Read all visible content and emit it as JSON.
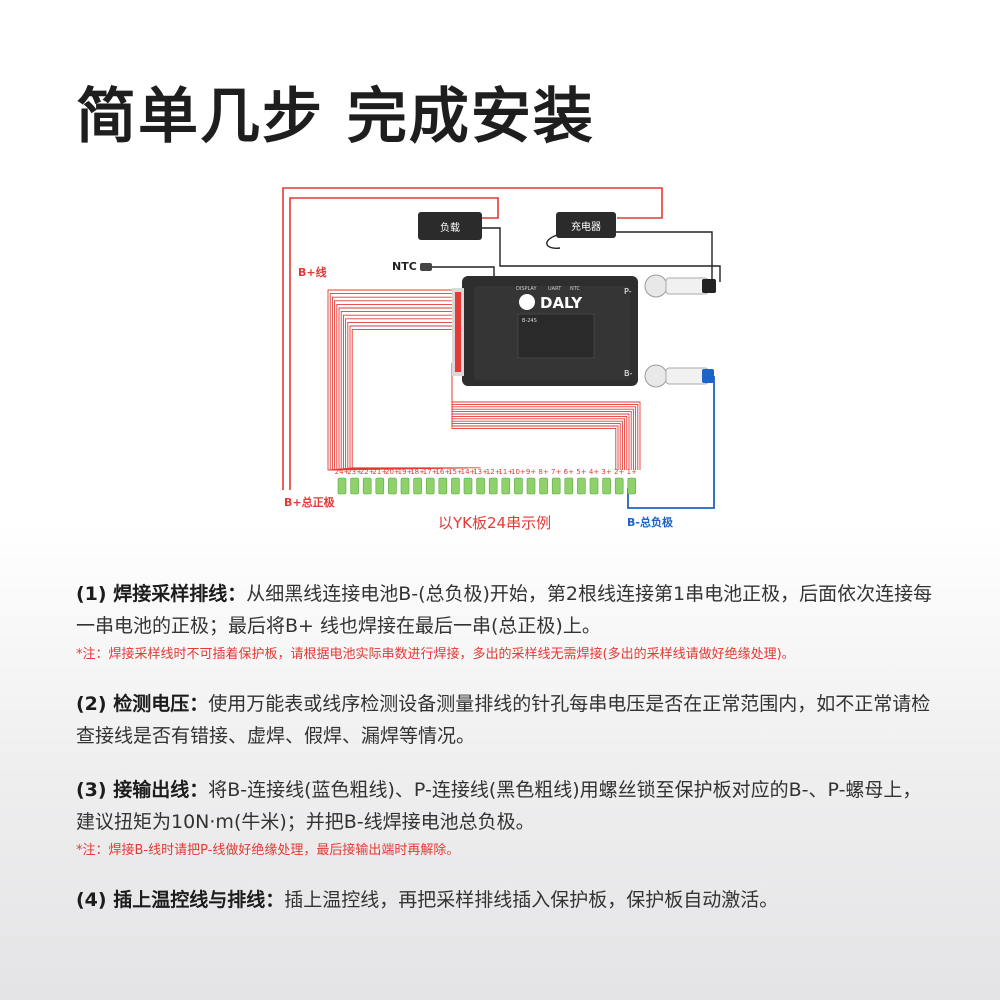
{
  "title": "简单几步 完成安装",
  "diagram": {
    "load_label": "负载",
    "charger_label": "充电器",
    "ntc_label": "NTC",
    "bplus_line_label": "B+线",
    "bplus_total_label": "B+总正极",
    "bminus_total_label": "B-总负极",
    "p_minus_label": "P-",
    "b_minus_label": "B-",
    "brand": "DALY",
    "model": "B-24S",
    "pcb_ports": [
      "DISPLAY",
      "UART",
      "NTC"
    ],
    "cell_labels": [
      "24+",
      "23+",
      "22+",
      "21+",
      "20+",
      "19+",
      "18+",
      "17+",
      "16+",
      "15+",
      "14+",
      "13+",
      "12+",
      "11+",
      "10+",
      "9+",
      "8+",
      "7+",
      "6+",
      "5+",
      "4+",
      "3+",
      "2+",
      "1+"
    ],
    "caption": "以YK板24串示例",
    "colors": {
      "red": "#e53935",
      "blue": "#1e63c6",
      "green": "#8fd16a",
      "board": "#2e2e2e"
    }
  },
  "steps": [
    {
      "title": "(1) 焊接采样排线：",
      "body": "从细黑线连接电池B-(总负极)开始，第2根线连接第1串电池正极，后面依次连接每一串电池的正极；最后将B+ 线也焊接在最后一串(总正极)上。",
      "note": "*注：焊接采样线时不可插着保护板，请根据电池实际串数进行焊接，多出的采样线无需焊接(多出的采样线请做好绝缘处理)。"
    },
    {
      "title": "(2) 检测电压：",
      "body": "使用万能表或线序检测设备测量排线的针孔每串电压是否在正常范围内，如不正常请检查接线是否有错接、虚焊、假焊、漏焊等情况。",
      "note": ""
    },
    {
      "title": "(3) 接输出线：",
      "body": "将B-连接线(蓝色粗线)、P-连接线(黑色粗线)用螺丝锁至保护板对应的B-、P-螺母上，建议扭矩为10N·m(牛米)；并把B-线焊接电池总负极。",
      "note": "*注：焊接B-线时请把P-线做好绝缘处理，最后接输出端时再解除。"
    },
    {
      "title": "(4) 插上温控线与排线：",
      "body": "插上温控线，再把采样排线插入保护板，保护板自动激活。",
      "note": ""
    }
  ]
}
